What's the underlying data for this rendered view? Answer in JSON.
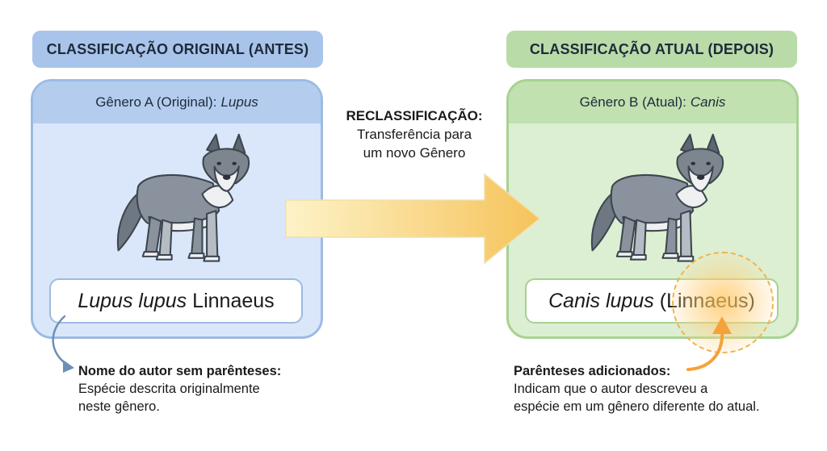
{
  "left": {
    "header": "CLASSIFICAÇÃO ORIGINAL (ANTES)",
    "panel_title_prefix": "Gênero A (Original):",
    "panel_title_genus": "Lupus",
    "name_scientific": "Lupus lupus",
    "name_author": "Linnaeus",
    "note_title": "Nome do autor sem parênteses:",
    "note_line1": "Espécie descrita originalmente",
    "note_line2": "neste gênero.",
    "color_header": "#a9c4ea",
    "color_panel": "#dae7fa"
  },
  "right": {
    "header": "CLASSIFICAÇÃO ATUAL (DEPOIS)",
    "panel_title_prefix": "Gênero B (Atual):",
    "panel_title_genus": "Canis",
    "name_scientific": "Canis lupus",
    "name_author": "(Linnaeus)",
    "note_title": "Parênteses adicionados:",
    "note_line1": "Indicam que o autor descreveu a",
    "note_line2": "espécie em um gênero diferente do atual.",
    "color_header": "#b9dba8",
    "color_panel": "#dcefd2"
  },
  "center": {
    "title": "RECLASSIFICAÇÃO:",
    "line1": "Transferência para",
    "line2": "um novo Gênero"
  },
  "icons": {
    "left_animal": "wolf-icon",
    "right_animal": "wolf-icon",
    "transfer": "right-arrow-icon"
  },
  "accent": {
    "arrow_start": "#fdf3c8",
    "arrow_end": "#f6c35a",
    "highlight": "#f5a23a",
    "connector_left": "#6e8fb5"
  }
}
